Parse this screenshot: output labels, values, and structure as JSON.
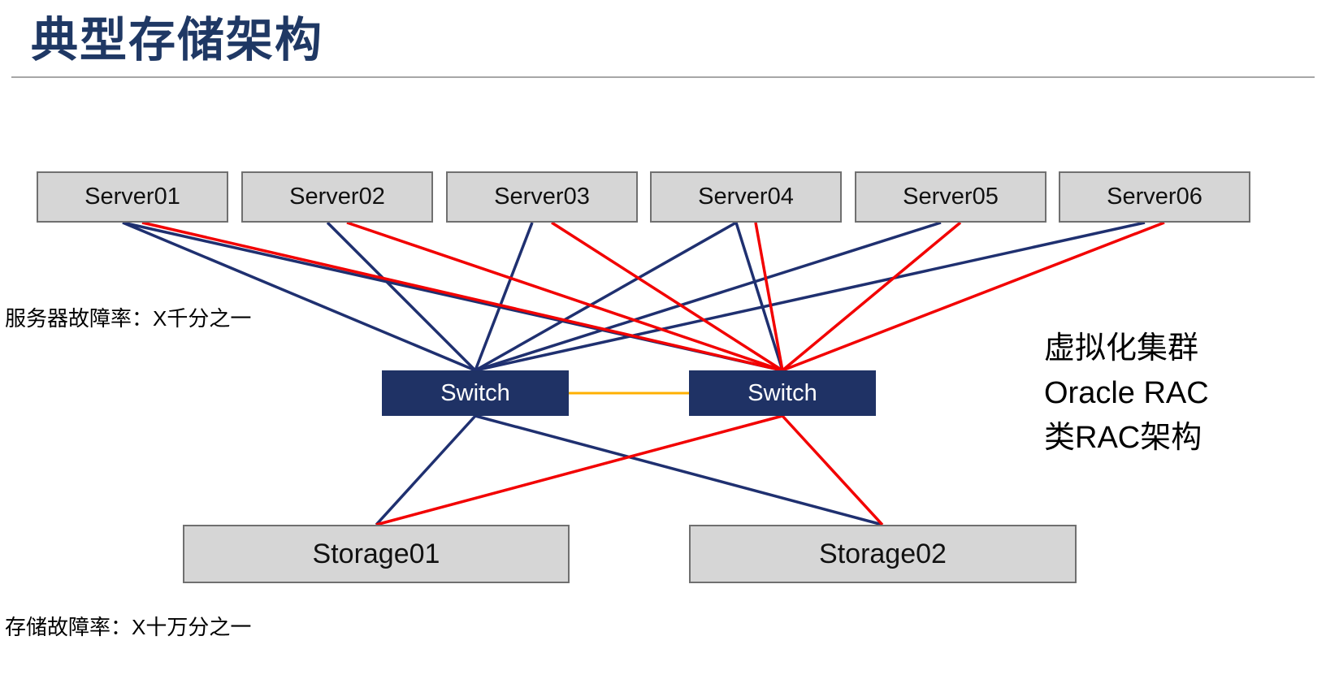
{
  "title": "典型存储架构",
  "annotations": {
    "server_failure": "服务器故障率：X千分之一",
    "storage_failure": "存储故障率：X十万分之一",
    "right_notes": [
      "虚拟化集群",
      "Oracle RAC",
      "类RAC架构"
    ]
  },
  "nodes": {
    "servers": [
      {
        "id": "server01",
        "label": "Server01"
      },
      {
        "id": "server02",
        "label": "Server02"
      },
      {
        "id": "server03",
        "label": "Server03"
      },
      {
        "id": "server04",
        "label": "Server04"
      },
      {
        "id": "server05",
        "label": "Server05"
      },
      {
        "id": "server06",
        "label": "Server06"
      }
    ],
    "switches": [
      {
        "id": "switch1",
        "label": "Switch"
      },
      {
        "id": "switch2",
        "label": "Switch"
      }
    ],
    "storages": [
      {
        "id": "storage01",
        "label": "Storage01"
      },
      {
        "id": "storage02",
        "label": "Storage02"
      }
    ]
  },
  "connections": [
    {
      "from": "server01",
      "to": "switch1",
      "color": "navy"
    },
    {
      "from": "server02",
      "to": "switch1",
      "color": "navy"
    },
    {
      "from": "server03",
      "to": "switch1",
      "color": "navy"
    },
    {
      "from": "server04",
      "to": "switch1",
      "color": "navy"
    },
    {
      "from": "server05",
      "to": "switch1",
      "color": "navy"
    },
    {
      "from": "server06",
      "to": "switch1",
      "color": "navy"
    },
    {
      "from": "server01",
      "to": "switch2",
      "color": "navy"
    },
    {
      "from": "server04",
      "to": "switch2",
      "color": "navy"
    },
    {
      "from": "server01",
      "to": "switch2",
      "color": "red"
    },
    {
      "from": "server02",
      "to": "switch2",
      "color": "red"
    },
    {
      "from": "server03",
      "to": "switch2",
      "color": "red"
    },
    {
      "from": "server04",
      "to": "switch2",
      "color": "red"
    },
    {
      "from": "server05",
      "to": "switch2",
      "color": "red"
    },
    {
      "from": "server06",
      "to": "switch2",
      "color": "red"
    },
    {
      "from": "switch1",
      "to": "switch2",
      "color": "gold"
    },
    {
      "from": "switch1",
      "to": "storage01",
      "color": "navy"
    },
    {
      "from": "switch1",
      "to": "storage02",
      "color": "navy"
    },
    {
      "from": "switch2",
      "to": "storage01",
      "color": "red"
    },
    {
      "from": "switch2",
      "to": "storage02",
      "color": "red"
    }
  ],
  "colors": {
    "navy_link": "#1F3070",
    "red_link": "#F20000",
    "gold_link": "#FFB000",
    "switch_fill": "#1F3265",
    "box_fill": "#D6D6D6",
    "box_border": "#707070",
    "title_color": "#1F3864"
  }
}
